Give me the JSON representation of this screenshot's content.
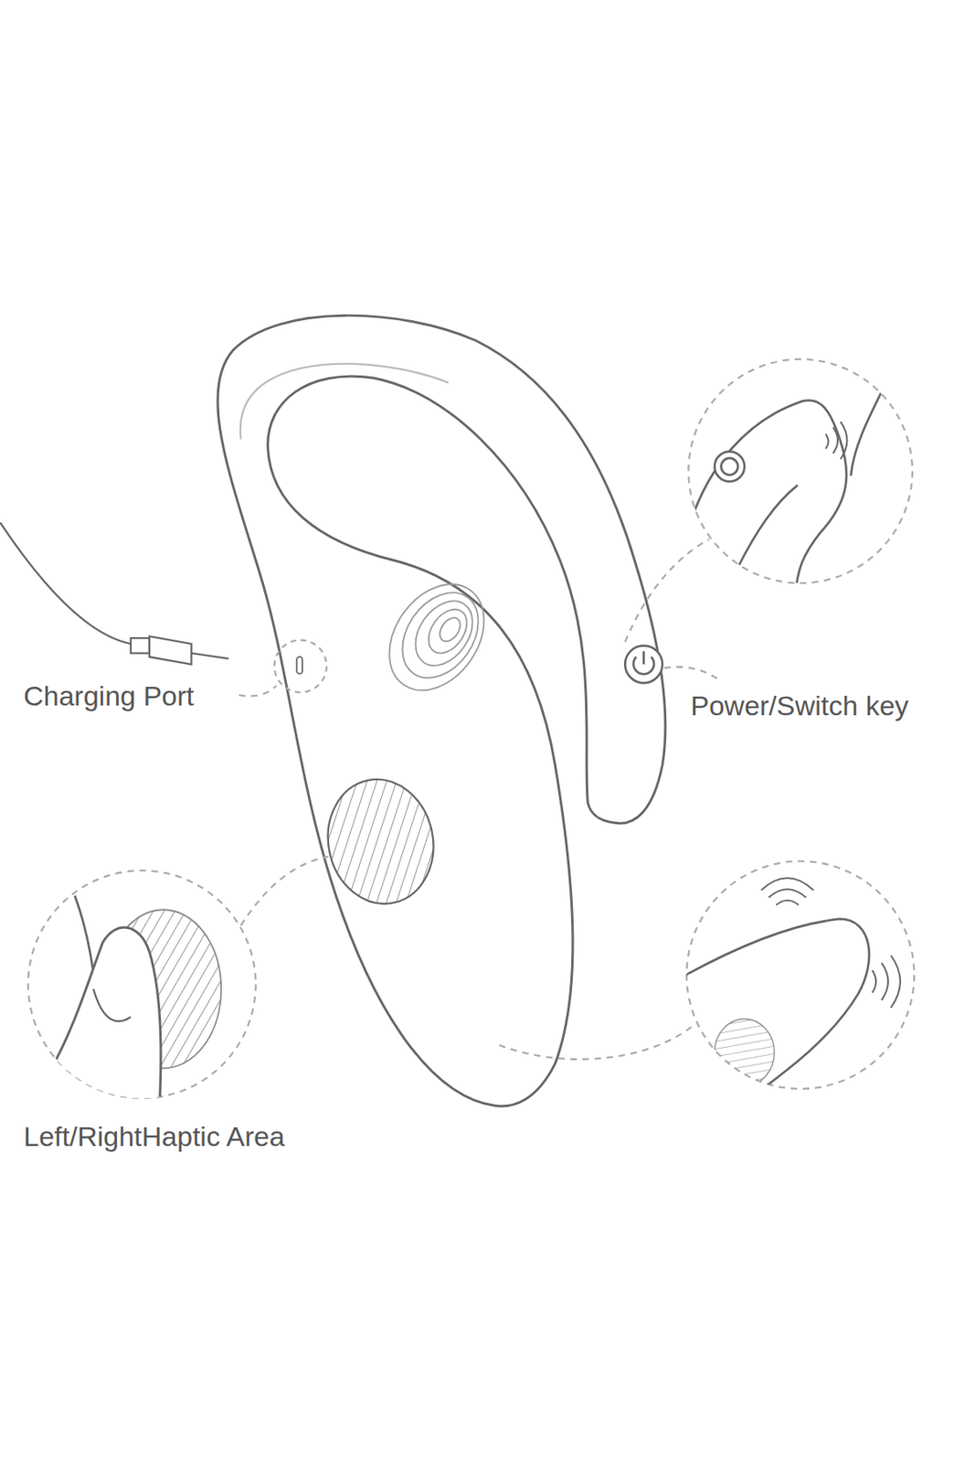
{
  "diagram": {
    "labels": [
      "Charging Port",
      "Power/Switch key",
      "Left/RightHaptic Area"
    ]
  }
}
